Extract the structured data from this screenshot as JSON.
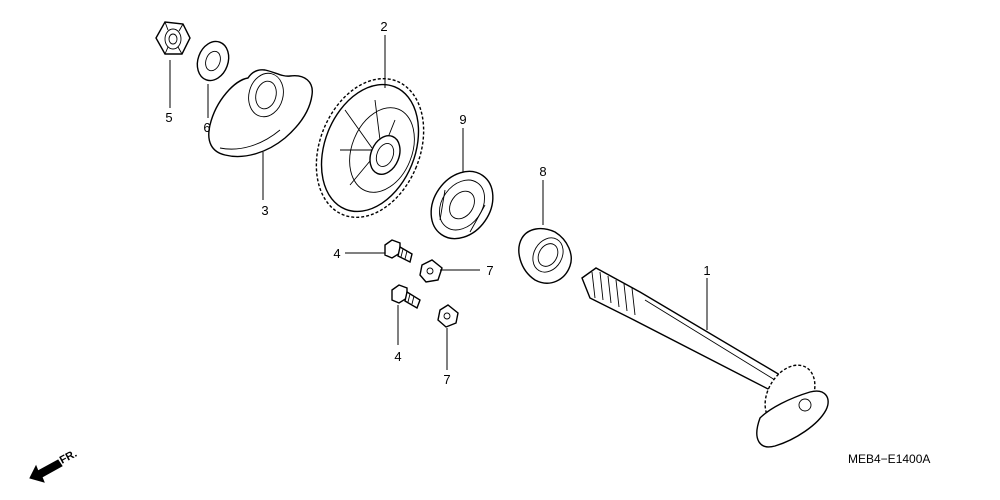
{
  "diagram": {
    "callouts": {
      "n1": "1",
      "n2": "2",
      "n3": "3",
      "n4a": "4",
      "n4b": "4",
      "n5": "5",
      "n6": "6",
      "n7a": "7",
      "n7b": "7",
      "n8": "8",
      "n9": "9"
    },
    "diagram_code": "MEB4−E1400A",
    "direction_label": "FR."
  }
}
